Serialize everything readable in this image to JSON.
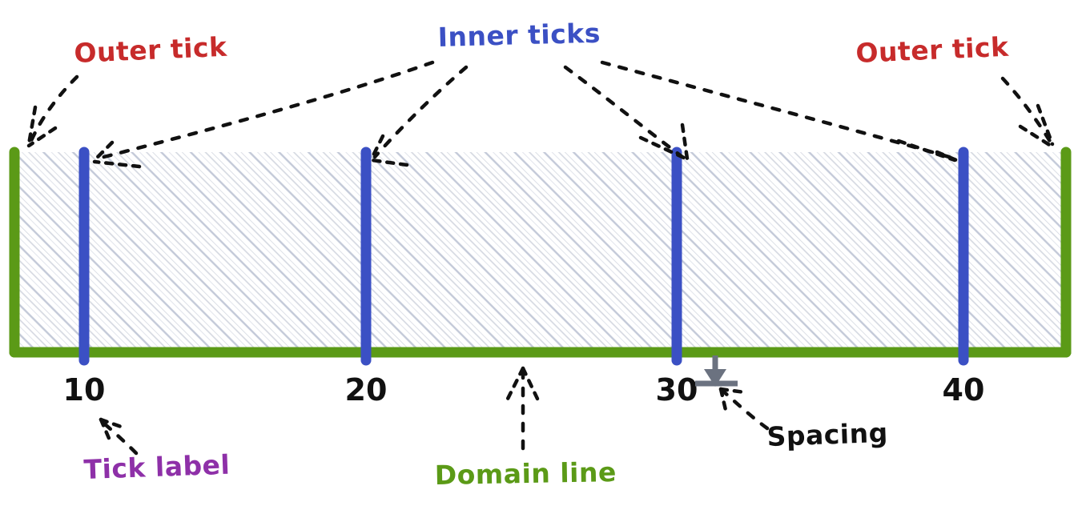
{
  "diagram": {
    "title": "Axis anatomy annotated diagram",
    "background": "#ffffff",
    "colors": {
      "outer_tick": "#5b9a17",
      "inner_tick": "#3b50c4",
      "domain_line": "#5b9a17",
      "tick_label_anno": "#8e30a8",
      "outer_tick_anno": "#c72b2b",
      "inner_tick_anno": "#3b50c4",
      "domain_line_anno": "#5b9a17",
      "spacing_anno": "#111111",
      "spacing_arrow": "#6b7280",
      "hatch": "#d3d7e0",
      "leader": "#111111"
    }
  },
  "annotations": {
    "outer_tick_left": "Outer tick",
    "inner_ticks": "Inner ticks",
    "outer_tick_right": "Outer tick",
    "tick_label": "Tick label",
    "domain_line": "Domain line",
    "spacing": "Spacing"
  },
  "axis": {
    "tick_labels": [
      "10",
      "20",
      "30",
      "40"
    ],
    "tick_values": [
      10,
      20,
      30,
      40
    ],
    "inner_tick_x": [
      105,
      457,
      845,
      1203
    ],
    "outer_tick_x": [
      18,
      1331
    ],
    "domain_line_y": 440,
    "tick_top_y": 190,
    "label_y": 497
  },
  "chart_data": {
    "type": "axis-diagram",
    "title": "Axis anatomy: outer ticks, inner ticks, domain line, tick labels, spacing",
    "xlabel": "",
    "ylabel": "",
    "categories": [
      "10",
      "20",
      "30",
      "40"
    ],
    "values": [
      10,
      20,
      30,
      40
    ],
    "xlim": [
      6.0,
      46.3
    ],
    "grid": false,
    "legend": "none",
    "annotations": [
      {
        "text": "Outer tick",
        "color": "#c72b2b",
        "points_to": "left domain end cap"
      },
      {
        "text": "Inner ticks",
        "color": "#3b50c4",
        "points_to": "blue interior tick marks"
      },
      {
        "text": "Outer tick",
        "color": "#c72b2b",
        "points_to": "right domain end cap"
      },
      {
        "text": "Tick label",
        "color": "#8e30a8",
        "points_to": "the numeral 10"
      },
      {
        "text": "Domain line",
        "color": "#5b9a17",
        "points_to": "the horizontal green axis line"
      },
      {
        "text": "Spacing",
        "color": "#111111",
        "points_to": "gap between domain line and tick labels"
      }
    ]
  }
}
